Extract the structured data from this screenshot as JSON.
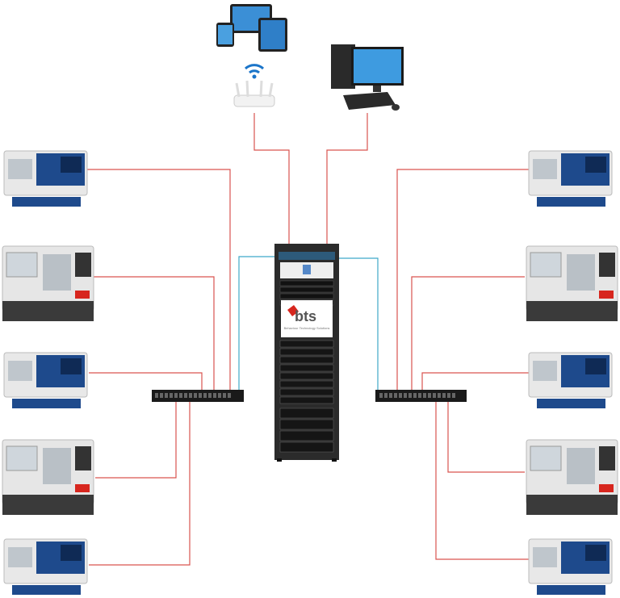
{
  "colors": {
    "ethernet_link": "#d9534f",
    "uplink": "#3fa9c9",
    "machine_body": "#1e4a8c",
    "rack": "#2b2b2b",
    "brand_red": "#d7261e"
  },
  "rack": {
    "logo_text": "bts",
    "logo_subtitle": "Behaviour Technology Solutions"
  },
  "icons": [
    "tablet-devices-icon",
    "wifi-router-icon",
    "desktop-computer-icon",
    "server-rack-icon",
    "network-switch-icon",
    "cnc-lathe-icon"
  ],
  "machines": {
    "left": [
      {
        "style": "blue"
      },
      {
        "style": "grey"
      },
      {
        "style": "blue"
      },
      {
        "style": "grey"
      },
      {
        "style": "blue"
      }
    ],
    "right": [
      {
        "style": "blue"
      },
      {
        "style": "grey"
      },
      {
        "style": "blue"
      },
      {
        "style": "grey"
      },
      {
        "style": "blue"
      }
    ]
  }
}
